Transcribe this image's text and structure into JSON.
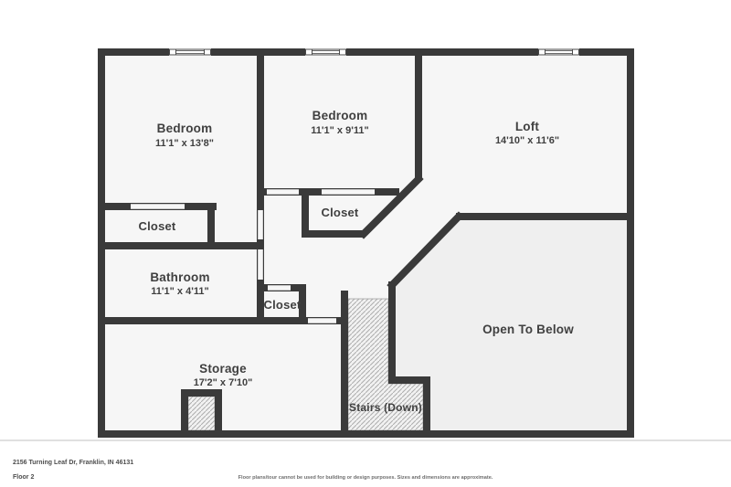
{
  "floor_plan": {
    "rooms": {
      "bedroom1": {
        "name": "Bedroom",
        "dims": "11'1\" x 13'8\""
      },
      "bedroom2": {
        "name": "Bedroom",
        "dims": "11'1\" x 9'11\""
      },
      "loft": {
        "name": "Loft",
        "dims": "14'10\" x 11'6\""
      },
      "closet1": {
        "name": "Closet"
      },
      "closet2": {
        "name": "Closet"
      },
      "closet3": {
        "name": "Closet"
      },
      "bathroom": {
        "name": "Bathroom",
        "dims": "11'1\" x 4'11\""
      },
      "storage": {
        "name": "Storage",
        "dims": "17'2\" x 7'10\""
      },
      "open_to_below": {
        "name": "Open To Below"
      },
      "stairs": {
        "name": "Stairs (Down)"
      }
    },
    "footer": {
      "address": "2156 Turning Leaf Dr, Franklin, IN 46131",
      "floor_label": "Floor 2",
      "disclaimer": "Floor plans/tour cannot be used for building or design purposes. Sizes and dimensions are approximate."
    },
    "colors": {
      "wall": "#3a3a3a",
      "room_fill": "#f6f6f6",
      "open_to_below_fill": "#efefef",
      "hatch_line": "#adadad",
      "label_text": "#404040"
    }
  }
}
